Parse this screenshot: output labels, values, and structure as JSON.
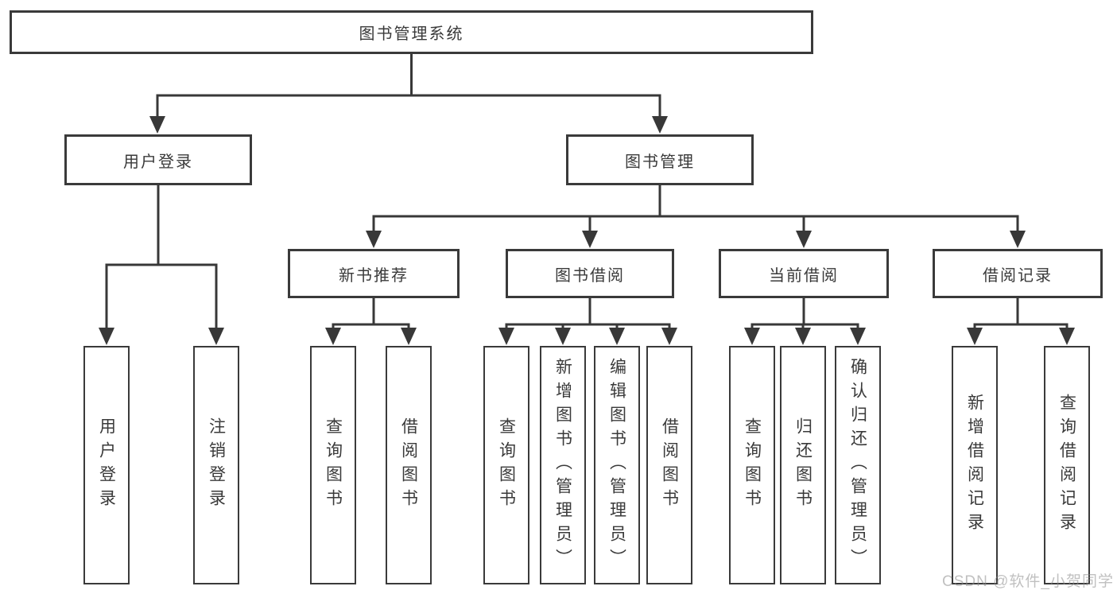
{
  "diagram_type": "hierarchy-tree",
  "tree": {
    "label": "图书管理系统",
    "children": [
      {
        "label": "用户登录",
        "children": [
          {
            "label": "用户登录"
          },
          {
            "label": "注销登录"
          }
        ]
      },
      {
        "label": "图书管理",
        "children": [
          {
            "label": "新书推荐",
            "children": [
              {
                "label": "查询图书"
              },
              {
                "label": "借阅图书"
              }
            ]
          },
          {
            "label": "图书借阅",
            "children": [
              {
                "label": "查询图书"
              },
              {
                "label": "新增图书（管理员）"
              },
              {
                "label": "编辑图书（管理员）"
              },
              {
                "label": "借阅图书"
              }
            ]
          },
          {
            "label": "当前借阅",
            "children": [
              {
                "label": "查询图书"
              },
              {
                "label": "归还图书"
              },
              {
                "label": "确认归还（管理员）"
              }
            ]
          },
          {
            "label": "借阅记录",
            "children": [
              {
                "label": "新增借阅记录"
              },
              {
                "label": "查询借阅记录"
              }
            ]
          }
        ]
      }
    ]
  },
  "watermark": {
    "text": "CSDN @软件_小贺同学"
  },
  "colors": {
    "line": "#383838",
    "border": "#3a3a3a",
    "text": "#3a3a3a",
    "background": "#ffffff",
    "watermark": "#8c8c8c"
  }
}
